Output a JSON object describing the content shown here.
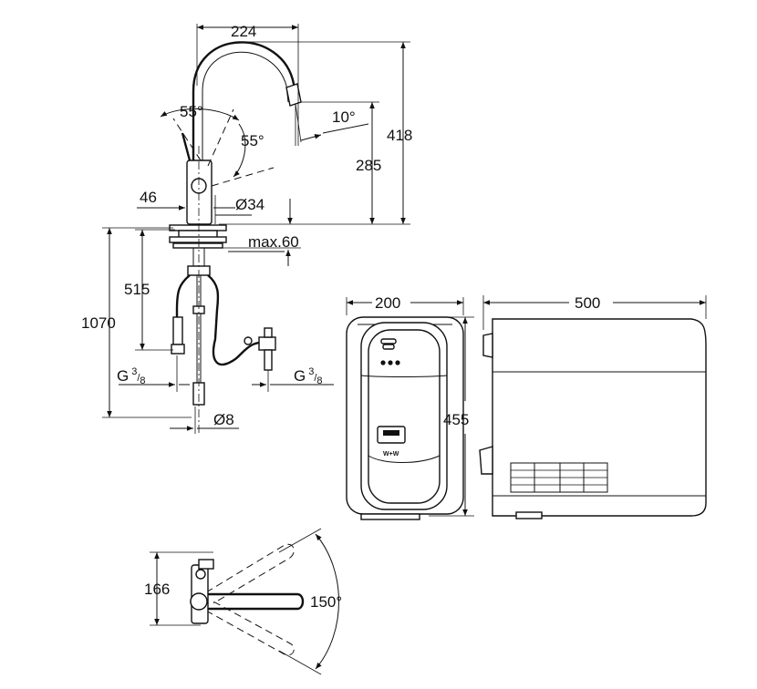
{
  "dimensions": {
    "spout_reach": "224",
    "total_height": "418",
    "outlet_height": "285",
    "handle_angle_left": "55°",
    "handle_angle_right": "55°",
    "spout_tilt": "10°",
    "lever_offset": "46",
    "body_diameter": "Ø34",
    "max_deck_thickness": "max.60",
    "shank_length": "515",
    "hose_length": "1070",
    "thread_cold_base": "G",
    "thread_cold_num": "3",
    "thread_cold_den": "8",
    "thread_hot_base": "G",
    "thread_hot_num": "3",
    "thread_hot_den": "8",
    "pipe_diameter": "Ø8",
    "unit_width": "200",
    "unit_height": "455",
    "unit_depth": "500",
    "top_view_depth": "166",
    "swivel_angle": "150°"
  },
  "unit_panel": {
    "button_label": "W+W"
  }
}
